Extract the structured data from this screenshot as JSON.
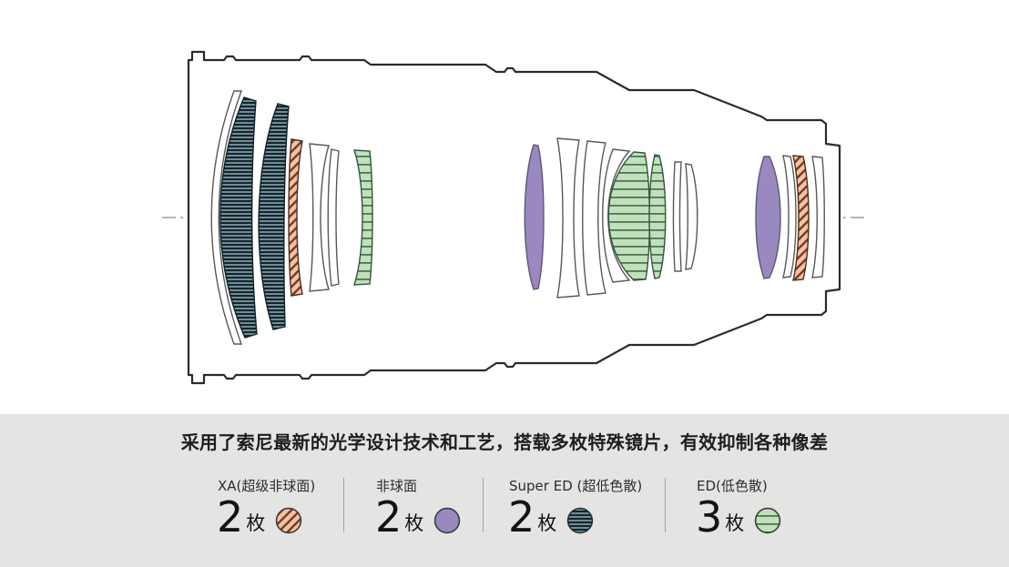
{
  "caption": {
    "text": "采用了索尼最新的光学设计技术和工艺，搭载多枚特殊镜片，有效抑制各种像差"
  },
  "legend": {
    "items": [
      {
        "id": "xa",
        "label": "XA(超级非球面)",
        "count": "2",
        "unit": "枚",
        "swatch": "diagonal-hatch-circle"
      },
      {
        "id": "aspherical",
        "label": "非球面",
        "count": "2",
        "unit": "枚",
        "swatch": "solid-circle"
      },
      {
        "id": "super_ed",
        "label": "Super ED (超低色散)",
        "count": "2",
        "unit": "枚",
        "swatch": "horizontal-stripe-circle"
      },
      {
        "id": "ed",
        "label": "ED(低色散)",
        "count": "3",
        "unit": "枚",
        "swatch": "horizontal-stripe-circle"
      }
    ]
  },
  "palette": {
    "xa_bg": "#f6c29f",
    "xa_line": "#713a2c",
    "aspherical_fill": "#9a89c0",
    "super_ed_bg": "#6f8d97",
    "super_ed_line": "#16242b",
    "ed_bg": "#c2e0bc",
    "ed_line": "#4a7850",
    "barrel_stroke": "#2b2b2b",
    "axis_stroke": "#8a8a8a",
    "panel_bg": "#e4e4e2",
    "white_element_fill": "#ffffff",
    "white_element_stroke": "#585858"
  },
  "lens_elements": [
    {
      "n": 1,
      "type": "standard"
    },
    {
      "n": 2,
      "type": "super_ed"
    },
    {
      "n": 3,
      "type": "super_ed"
    },
    {
      "n": 4,
      "type": "xa"
    },
    {
      "n": 5,
      "type": "standard"
    },
    {
      "n": 6,
      "type": "standard"
    },
    {
      "n": 7,
      "type": "ed"
    },
    {
      "n": 8,
      "type": "aspherical"
    },
    {
      "n": 9,
      "type": "standard"
    },
    {
      "n": 10,
      "type": "standard"
    },
    {
      "n": 11,
      "type": "standard"
    },
    {
      "n": 12,
      "type": "ed"
    },
    {
      "n": 13,
      "type": "ed"
    },
    {
      "n": 14,
      "type": "standard"
    },
    {
      "n": 15,
      "type": "standard"
    },
    {
      "n": 16,
      "type": "aspherical"
    },
    {
      "n": 17,
      "type": "standard"
    },
    {
      "n": 18,
      "type": "xa"
    },
    {
      "n": 19,
      "type": "standard"
    }
  ]
}
